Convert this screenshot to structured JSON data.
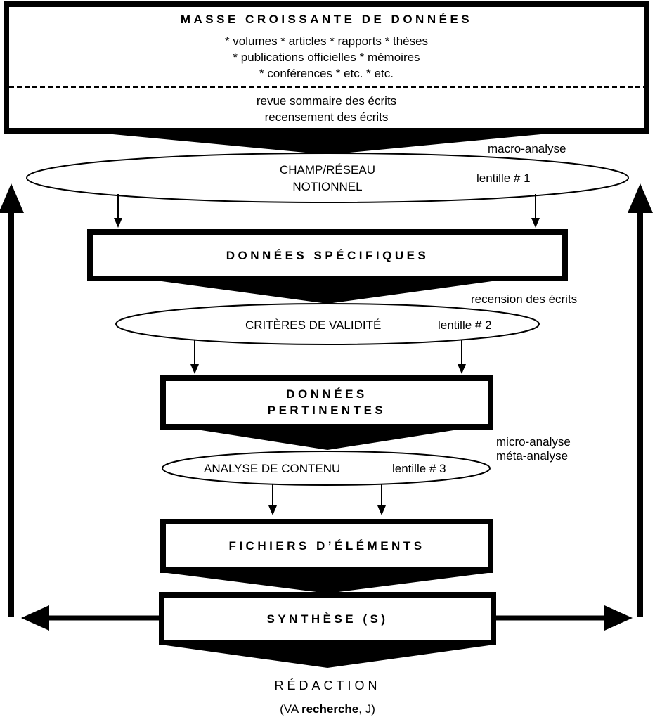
{
  "top_box": {
    "title": "MASSE CROISSANTE DE DONNÉES",
    "line1": "*  volumes  *  articles  *  rapports  *  thèses",
    "line2": "*  publications officielles  *  mémoires",
    "line3": "*  conférences  *  etc.  *  etc.",
    "sub1": "revue sommaire des écrits",
    "sub2": "recensement des écrits"
  },
  "stage1": {
    "side_label": "macro-analyse",
    "lens_title_1": "CHAMP/RÉSEAU",
    "lens_title_2": "NOTIONNEL",
    "lens_tag": "lentille # 1"
  },
  "box2": {
    "title": "DONNÉES SPÉCIFIQUES"
  },
  "stage2": {
    "side_label": "recension des écrits",
    "lens_title": "CRITÈRES DE VALIDITÉ",
    "lens_tag": "lentille # 2"
  },
  "box3": {
    "title_1": "DONNÉES",
    "title_2": "PERTINENTES"
  },
  "stage3": {
    "side_label_1": "micro-analyse",
    "side_label_2": "méta-analyse",
    "lens_title": "ANALYSE DE CONTENU",
    "lens_tag": "lentille # 3"
  },
  "box4": {
    "title": "FICHIERS D’ÉLÉMENTS"
  },
  "box5": {
    "title": "SYNTHÈSE (S)"
  },
  "footer": {
    "title": "RÉDACTION",
    "paren_open": "(VA ",
    "bold_word": "recherche",
    "paren_close": ", J)"
  }
}
